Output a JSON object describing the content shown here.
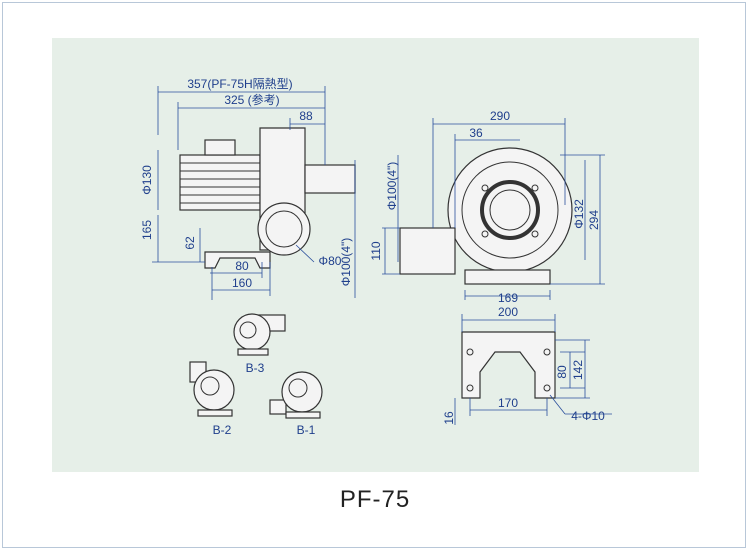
{
  "model": "PF-75",
  "dimensions": {
    "overall_length": "357(PF-75H隔熱型)",
    "length": "325 (参考)",
    "outlet_offset": "88",
    "motor_dia": "Φ130",
    "height_total": "165",
    "height_low": "62",
    "base_80": "80",
    "base_160": "160",
    "inlet_dia": "Φ80",
    "inlet_100": "Φ100(4\")",
    "outlet_100": "Φ100(4\")",
    "width_290": "290",
    "offset_36": "36",
    "height_110": "110",
    "dia_132": "Φ132",
    "height_294": "294",
    "base_169": "169",
    "base_200": "200",
    "base_170": "170",
    "base_80b": "80",
    "base_142": "142",
    "base_16": "16",
    "holes": "4-Φ10"
  },
  "variants": [
    "B-3",
    "B-2",
    "B-1"
  ]
}
